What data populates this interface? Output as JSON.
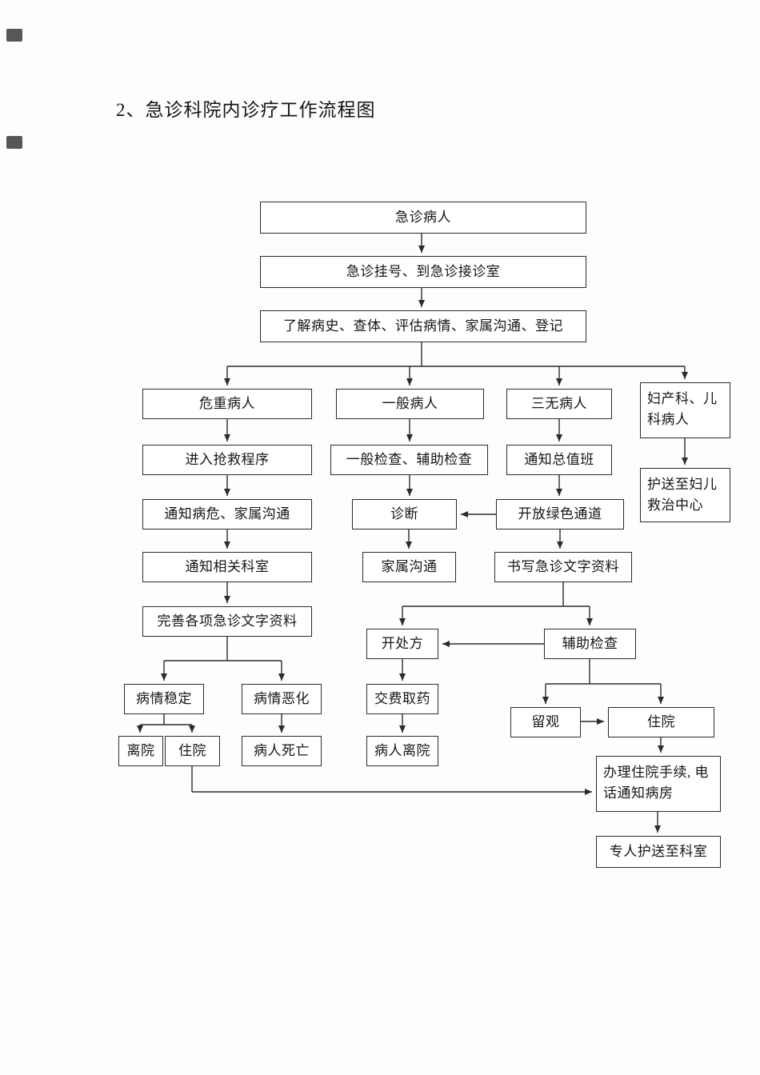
{
  "page": {
    "title": "2、急诊科院内诊疗工作流程图"
  },
  "flowchart": {
    "line_color": "#2b2b2b",
    "nodes": {
      "patient": "急诊病人",
      "register": "急诊挂号、到急诊接诊室",
      "assess": "了解病史、查体、评估病情、家属沟通、登记",
      "critical": "危重病人",
      "rescue": "进入抢救程序",
      "notify_critical": "通知病危、家属沟通",
      "notify_depts": "通知相关科室",
      "complete_docs": "完善各项急诊文字资料",
      "stable": "病情稳定",
      "worsen": "病情恶化",
      "discharge": "离院",
      "admit": "住院",
      "death": "病人死亡",
      "general": "一般病人",
      "general_exam": "一般检查、辅助检查",
      "diagnosis": "诊断",
      "family_comm": "家属沟通",
      "sanwu": "三无病人",
      "notify_duty": "通知总值班",
      "green_channel": "开放绿色通道",
      "write_docs": "书写急诊文字资料",
      "prescription": "开处方",
      "aux_exam": "辅助检查",
      "pay_medicine": "交费取药",
      "patient_leave": "病人离院",
      "observation": "留观",
      "admit2": "住院",
      "admission_procedure": "办理住院手续, 电话通知病房",
      "escort_dept": "专人护送至科室",
      "obgyn": "妇产科、儿科病人",
      "escort_center": "护送至妇儿救治中心"
    },
    "edges": [
      {
        "from": "patient",
        "to": "register"
      },
      {
        "from": "register",
        "to": "assess"
      },
      {
        "from": "assess",
        "to": "critical"
      },
      {
        "from": "assess",
        "to": "general"
      },
      {
        "from": "assess",
        "to": "sanwu"
      },
      {
        "from": "assess",
        "to": "obgyn"
      },
      {
        "from": "critical",
        "to": "rescue"
      },
      {
        "from": "rescue",
        "to": "notify_critical"
      },
      {
        "from": "notify_critical",
        "to": "notify_depts"
      },
      {
        "from": "notify_depts",
        "to": "complete_docs"
      },
      {
        "from": "complete_docs",
        "to": "stable"
      },
      {
        "from": "complete_docs",
        "to": "worsen"
      },
      {
        "from": "stable",
        "to": "discharge"
      },
      {
        "from": "stable",
        "to": "admit"
      },
      {
        "from": "worsen",
        "to": "death"
      },
      {
        "from": "general",
        "to": "general_exam"
      },
      {
        "from": "general_exam",
        "to": "diagnosis"
      },
      {
        "from": "green_channel",
        "to": "diagnosis"
      },
      {
        "from": "diagnosis",
        "to": "family_comm"
      },
      {
        "from": "sanwu",
        "to": "notify_duty"
      },
      {
        "from": "notify_duty",
        "to": "green_channel"
      },
      {
        "from": "green_channel",
        "to": "write_docs"
      },
      {
        "from": "write_docs",
        "to": "prescription"
      },
      {
        "from": "write_docs",
        "to": "aux_exam"
      },
      {
        "from": "aux_exam",
        "to": "prescription"
      },
      {
        "from": "prescription",
        "to": "pay_medicine"
      },
      {
        "from": "pay_medicine",
        "to": "patient_leave"
      },
      {
        "from": "aux_exam",
        "to": "observation"
      },
      {
        "from": "aux_exam",
        "to": "admit2"
      },
      {
        "from": "observation",
        "to": "admit2"
      },
      {
        "from": "admit2",
        "to": "admission_procedure"
      },
      {
        "from": "admit",
        "to": "admission_procedure"
      },
      {
        "from": "admission_procedure",
        "to": "escort_dept"
      },
      {
        "from": "obgyn",
        "to": "escort_center"
      }
    ]
  }
}
